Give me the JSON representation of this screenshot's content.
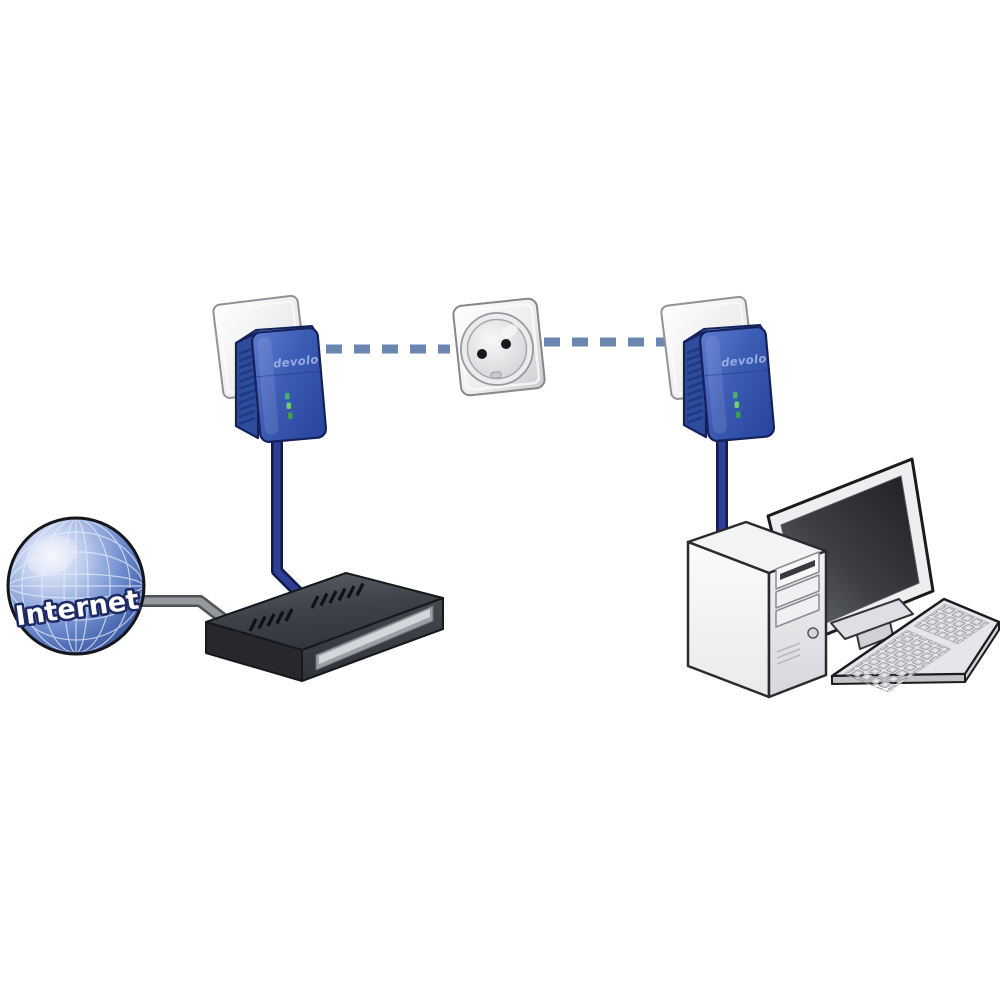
{
  "diagram": {
    "type": "network-topology-illustration",
    "internet_node": {
      "label": "Internet",
      "icon": "globe-icon"
    },
    "adapters": {
      "left": {
        "brand": "devolo",
        "icon": "powerline-adapter-icon",
        "leds": 3
      },
      "right": {
        "brand": "devolo",
        "icon": "powerline-adapter-icon",
        "leds": 3
      }
    },
    "outlet": {
      "icon": "power-outlet-icon"
    },
    "router": {
      "icon": "router-icon"
    },
    "computer": {
      "icon": "desktop-computer-icon"
    },
    "connections": [
      {
        "from": "internet",
        "to": "router",
        "style": "solid-gray-cable"
      },
      {
        "from": "adapter-left",
        "to": "router",
        "style": "solid-navy-ethernet-cable"
      },
      {
        "from": "adapter-left",
        "to": "wall-outlet",
        "style": "dashed-powerline-link"
      },
      {
        "from": "wall-outlet",
        "to": "adapter-right",
        "style": "dashed-powerline-link"
      },
      {
        "from": "adapter-right",
        "to": "computer",
        "style": "solid-navy-ethernet-cable"
      }
    ],
    "colors": {
      "adapter_blue": "#3c5cb4",
      "cable_navy": "#2f3f96",
      "cable_gray": "#95999e",
      "dash_blue": "#6c86b2",
      "led_green": "#49b457",
      "globe_blue": "#5c7cc4",
      "router_dark": "#3a3d43",
      "brand_text_blue": "#9db1e4",
      "background": "#ffffff"
    }
  }
}
